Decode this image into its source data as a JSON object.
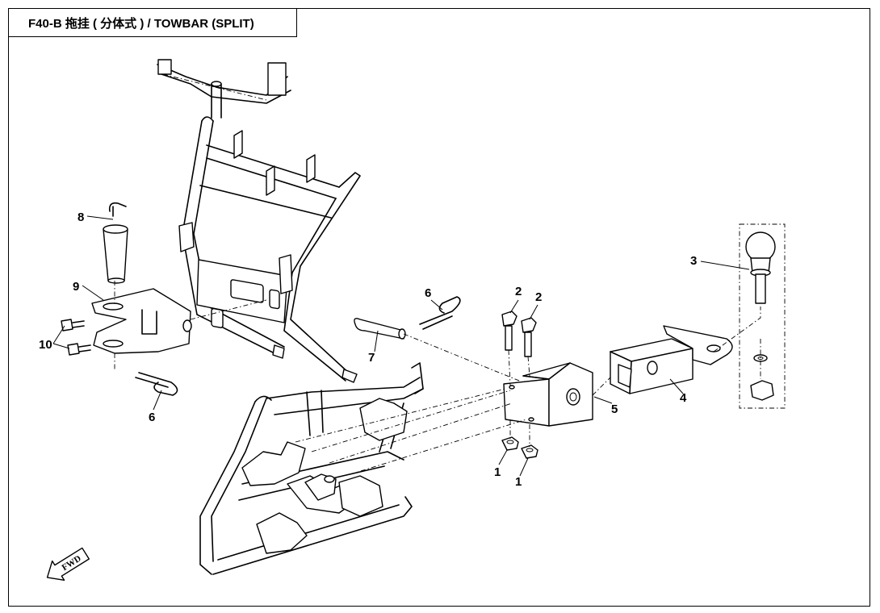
{
  "header": {
    "title": "F40-B 拖挂 ( 分体式 ) / TOWBAR (SPLIT)"
  },
  "callouts": {
    "c1a": "1",
    "c1b": "1",
    "c2a": "2",
    "c2b": "2",
    "c3": "3",
    "c4": "4",
    "c5": "5",
    "c6a": "6",
    "c6b": "6",
    "c7": "7",
    "c8": "8",
    "c9": "9",
    "c10": "10"
  },
  "direction_arrow": {
    "label": "FWD"
  }
}
